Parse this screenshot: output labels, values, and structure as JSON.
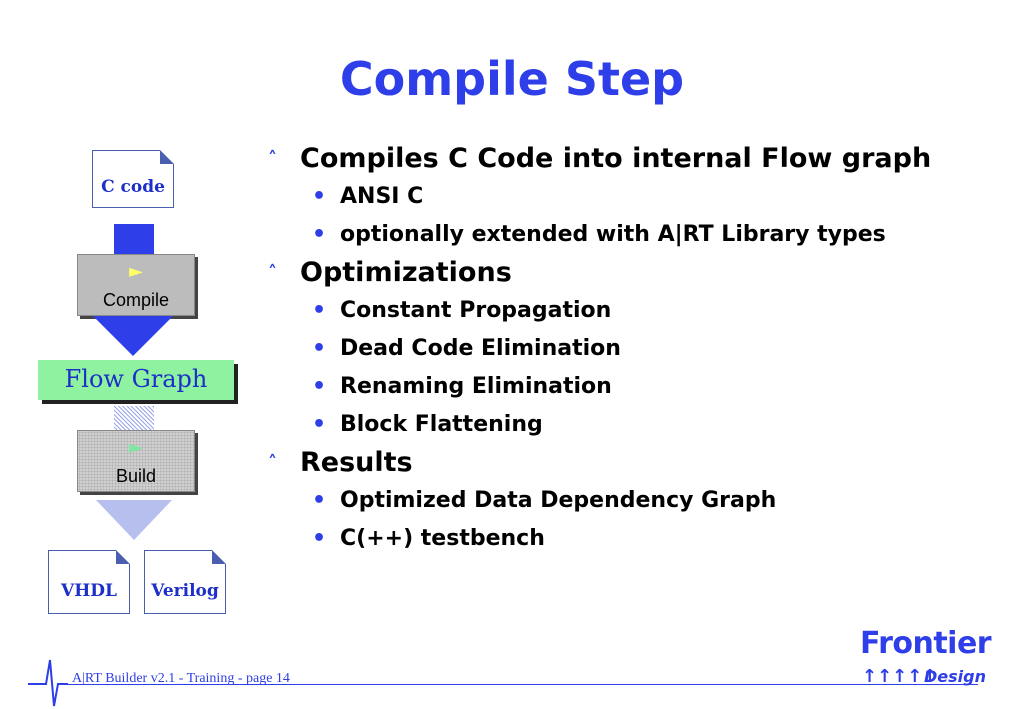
{
  "title": "Compile Step",
  "bullets": [
    {
      "text": "Compiles C Code into internal Flow graph",
      "sub": [
        "ANSI C",
        "optionally extended with A|RT Library types"
      ]
    },
    {
      "text": "Optimizations",
      "sub": [
        "Constant Propagation",
        "Dead Code Elimination",
        "Renaming Elimination",
        "Block Flattening"
      ]
    },
    {
      "text": "Results",
      "sub": [
        "Optimized Data Dependency Graph",
        "C(++) testbench"
      ]
    }
  ],
  "diagram": {
    "c_code": "C code",
    "compile": "Compile",
    "flow_graph": "Flow Graph",
    "build": "Build",
    "vhdl": "VHDL",
    "verilog": "Verilog",
    "play_symbol": "►"
  },
  "footer": {
    "text": "A|RT Builder v2.1 -  Training  - page 14",
    "logo_main": "Frontier",
    "logo_sub": "Design",
    "logo_arrows": "↑↑↑↑↑"
  },
  "colors": {
    "accent": "#2e3ee8",
    "flow_graph_bg": "#8ef2a0",
    "compile_bg": "#bcbcbc"
  }
}
